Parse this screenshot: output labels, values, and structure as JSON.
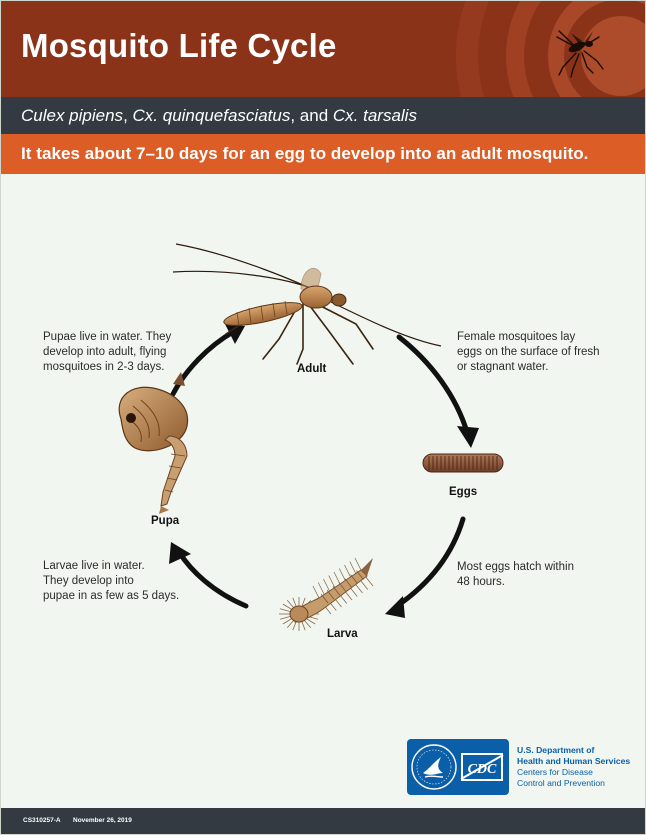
{
  "header": {
    "title": "Mosquito Life Cycle",
    "subtitle": {
      "species_1": "Culex pipiens",
      "sep_1": ", ",
      "species_2": "Cx. quinquefasciatus",
      "sep_2": ", and ",
      "species_3": "Cx. tarsalis"
    },
    "tagline": "It takes about 7–10 days for an egg to develop into an adult mosquito."
  },
  "stages": {
    "adult": "Adult",
    "eggs": "Eggs",
    "larva": "Larva",
    "pupa": "Pupa"
  },
  "notes": {
    "pupa_to_adult": [
      "Pupae live in water. They",
      "develop into adult, flying",
      "mosquitoes in 2-3 days."
    ],
    "adult_to_eggs": [
      "Female mosquitoes lay",
      "eggs on the surface of fresh",
      "or stagnant water."
    ],
    "eggs_to_larva": [
      "Most eggs hatch within",
      "48 hours."
    ],
    "larva_to_pupa": [
      "Larvae live in water.",
      "They develop into",
      "pupae in as few as 5 days."
    ]
  },
  "footer": {
    "logo_text": "CDC",
    "agency_line_1": "U.S. Department of",
    "agency_line_2": "Health and Human Services",
    "agency_line_3": "Centers for Disease",
    "agency_line_4": "Control and Prevention",
    "pub_id": "CS310257-A",
    "pub_date": "November 26, 2019"
  },
  "colors": {
    "header_brown": "#8b3319",
    "sub_bar": "#333a42",
    "tagline_orange": "#dd5d27",
    "background": "#f2f6f0",
    "cdc_blue": "#0b5fa8",
    "arrow": "#111111"
  },
  "icons": {
    "header_icon": "mosquito-icon",
    "footer_hhs": "hhs-eagle-icon",
    "footer_cdc": "cdc-logo-icon"
  }
}
